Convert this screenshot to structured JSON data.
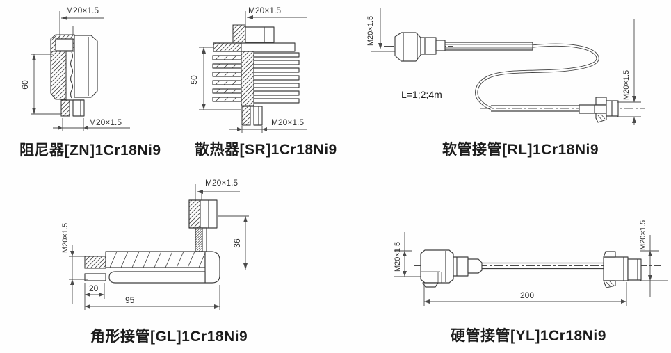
{
  "page": {
    "background": "#fefefe",
    "line_color": "#3f3f3f",
    "text_color": "#1c1c1c"
  },
  "diagrams": {
    "zn": {
      "caption": "阻尼器[ZN]1Cr18Ni9",
      "thread_top": "M20×1.5",
      "thread_bottom": "M20×1.5",
      "dim_height": "60"
    },
    "sr": {
      "caption": "散热器[SR]1Cr18Ni9",
      "thread_top": "M20×1.5",
      "thread_bottom": "M20×1.5",
      "dim_height": "50"
    },
    "rl": {
      "caption": "软管接管[RL]1Cr18Ni9",
      "thread_left": "M20×1.5",
      "thread_right": "M20×1.5",
      "length_note": "L=1;2;4m"
    },
    "gl": {
      "caption": "角形接管[GL]1Cr18Ni9",
      "thread_top": "M20×1.5",
      "thread_side": "M20×1.5",
      "dim_riser": "36",
      "dim_offset": "20",
      "dim_length": "95"
    },
    "yl": {
      "caption": "硬管接管[YL]1Cr18Ni9",
      "thread_left": "M20×1.5",
      "thread_right": "M20×1.5",
      "dim_length": "200"
    }
  }
}
